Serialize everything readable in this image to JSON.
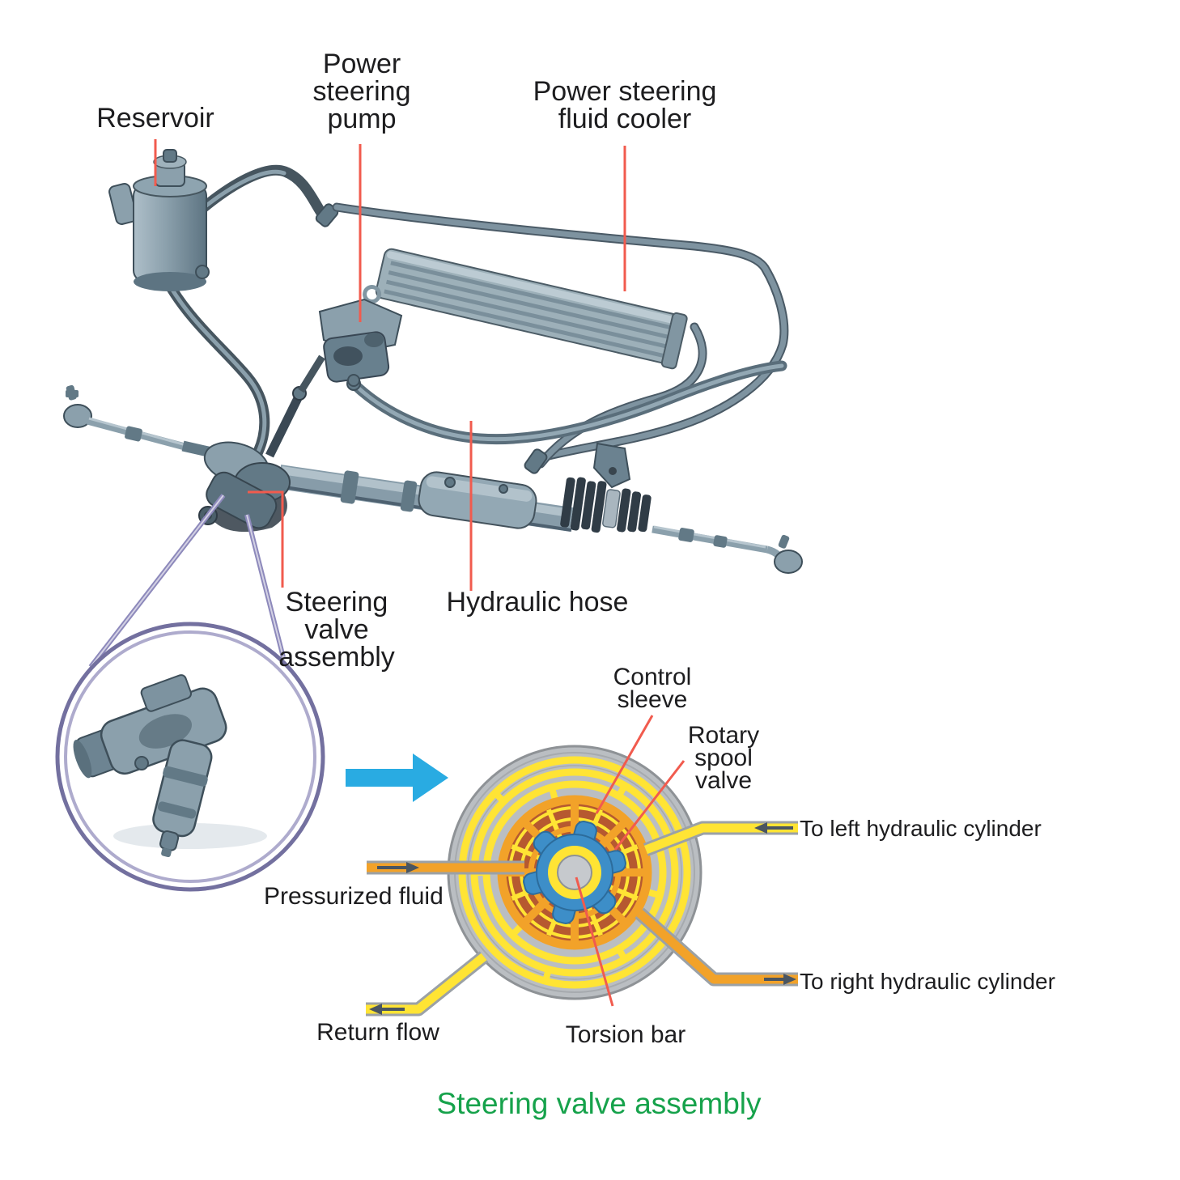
{
  "labels": {
    "reservoir": "Reservoir",
    "power_steering_pump": [
      "Power",
      "steering",
      "pump"
    ],
    "power_steering_fluid_cooler": [
      "Power steering",
      "fluid cooler"
    ],
    "steering_valve_assembly": [
      "Steering",
      "valve",
      "assembly"
    ],
    "hydraulic_hose": "Hydraulic hose",
    "control_sleeve": [
      "Control",
      "sleeve"
    ],
    "rotary_spool_valve": [
      "Rotary",
      "spool",
      "valve"
    ],
    "to_left_hydraulic_cylinder": "To left hydraulic cylinder",
    "pressurized_fluid": "Pressurized fluid",
    "to_right_hydraulic_cylinder": "To right hydraulic cylinder",
    "return_flow": "Return flow",
    "torsion_bar": "Torsion bar",
    "caption": "Steering valve assembly"
  },
  "colors": {
    "leader_red": "#f15b4e",
    "caption_green": "#16a24b",
    "pipe_yellow": "#ffe434",
    "pipe_orange": "#f2a229",
    "sleeve_rust": "#b65930",
    "spool_blue": "#3d8ec8",
    "arrow_cyan": "#29abe2",
    "valve_gray": "#babec2",
    "magnifier_purple": "#8d89bb",
    "metal_steel": "#8ba0ac",
    "label_text": "#1d1d1f"
  }
}
